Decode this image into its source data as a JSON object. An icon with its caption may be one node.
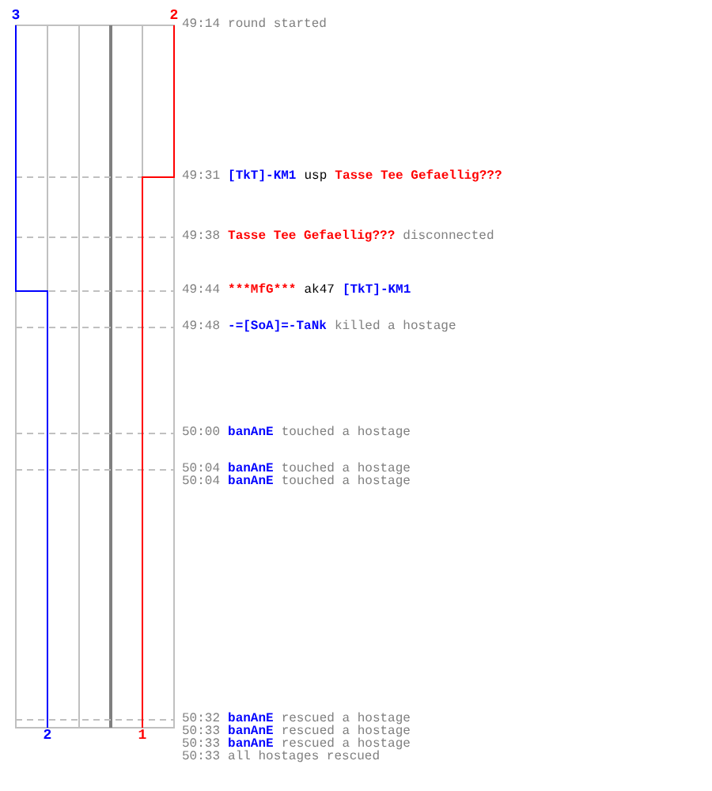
{
  "diagram": {
    "labels": [
      "3",
      "2",
      "49:14",
      "round started",
      "49:31",
      "[TkT]-KM1",
      "usp",
      "Tasse Tee Gefaellig???",
      "49:38",
      "Tasse Tee Gefaellig???",
      "disconnected",
      "49:44",
      "***MfG***",
      "ak47",
      "[TkT]-KM1",
      "49:48",
      "-=[SoA]=-TaNk",
      "killed a hostage",
      "50:00",
      "banAnE",
      "touched a hostage",
      "50:04",
      "banAnE",
      "touched a hostage",
      "50:04",
      "banAnE",
      "touched a hostage",
      "50:32",
      "banAnE",
      "rescued a hostage",
      "50:33",
      "banAnE",
      "rescued a hostage",
      "50:33",
      "banAnE",
      "rescued a hostage",
      "50:33",
      "all hostages rescued",
      "2",
      "1"
    ]
  }
}
